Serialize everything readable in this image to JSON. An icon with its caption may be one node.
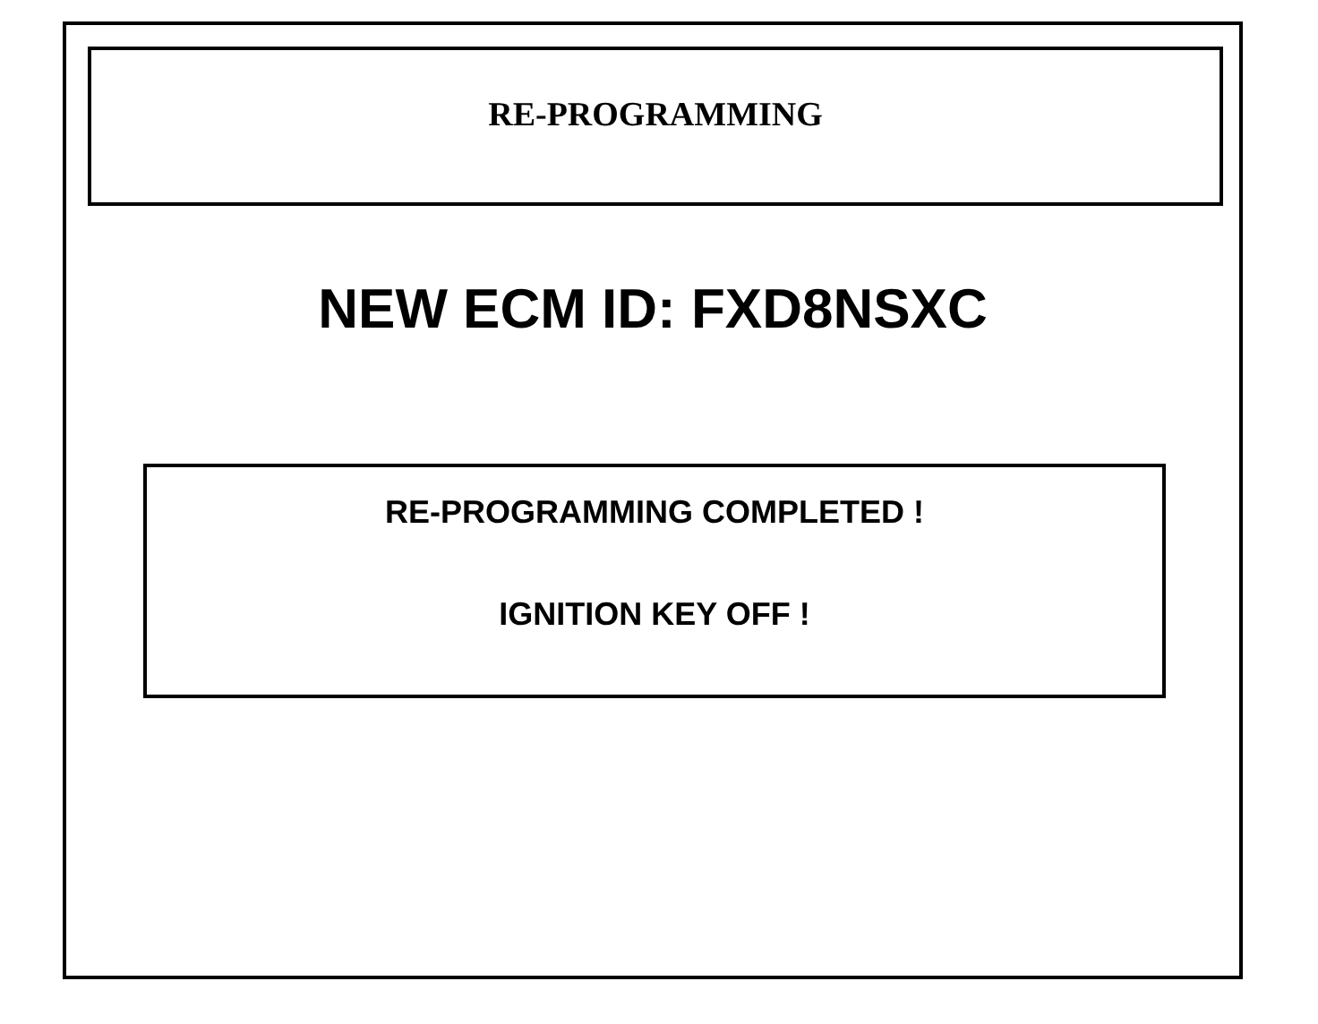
{
  "diagram": {
    "nodes": [
      {
        "text": [],
        "shape": "box"
      },
      {
        "text": [
          "RE-PROGRAMMING"
        ],
        "in": 0
      },
      {
        "text": [
          "RE-PROGRAMMING COMPLETED !",
          "IGNITION KEY OFF !"
        ],
        "in": 0
      }
    ],
    "labels": [
      "NEW ECM ID: FXD8NSXC"
    ]
  }
}
